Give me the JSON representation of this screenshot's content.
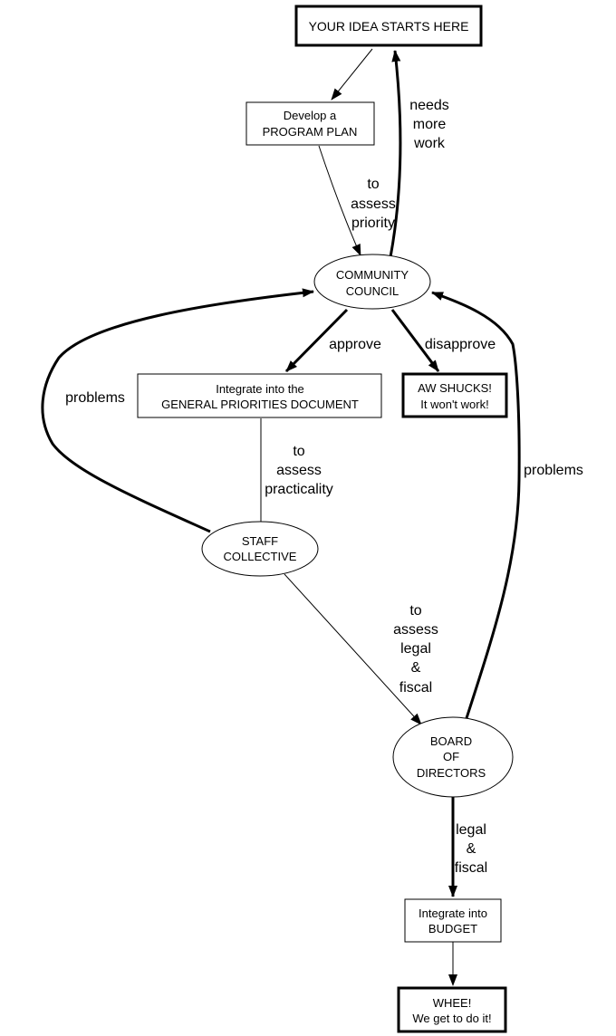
{
  "nodes": {
    "start": {
      "lines": [
        "YOUR IDEA STARTS HERE"
      ]
    },
    "program_plan": {
      "lines": [
        "Develop a",
        "PROGRAM PLAN"
      ]
    },
    "community_council": {
      "lines": [
        "COMMUNITY",
        "COUNCIL"
      ]
    },
    "priorities_doc": {
      "lines": [
        "Integrate into the",
        "GENERAL PRIORITIES DOCUMENT"
      ]
    },
    "aw_shucks": {
      "lines": [
        "AW SHUCKS!",
        "It won't work!"
      ]
    },
    "staff_collective": {
      "lines": [
        "STAFF",
        "COLLECTIVE"
      ]
    },
    "board": {
      "lines": [
        "BOARD",
        "OF",
        "DIRECTORS"
      ]
    },
    "budget": {
      "lines": [
        "Integrate into",
        "BUDGET"
      ]
    },
    "whee": {
      "lines": [
        "WHEE!",
        "We get to do it!"
      ]
    }
  },
  "edges": {
    "needs_more_work": {
      "lines": [
        "needs",
        "more",
        "work"
      ]
    },
    "assess_priority": {
      "lines": [
        "to",
        "assess",
        "priority"
      ]
    },
    "approve": {
      "lines": [
        "approve"
      ]
    },
    "disapprove": {
      "lines": [
        "disapprove"
      ]
    },
    "problems_left": {
      "lines": [
        "problems"
      ]
    },
    "problems_right": {
      "lines": [
        "problems"
      ]
    },
    "assess_practicality": {
      "lines": [
        "to",
        "assess",
        "practicality"
      ]
    },
    "assess_legal_fiscal": {
      "lines": [
        "to",
        "assess",
        "legal",
        "&",
        "fiscal"
      ]
    },
    "legal_fiscal": {
      "lines": [
        "legal",
        "&",
        "fiscal"
      ]
    }
  }
}
